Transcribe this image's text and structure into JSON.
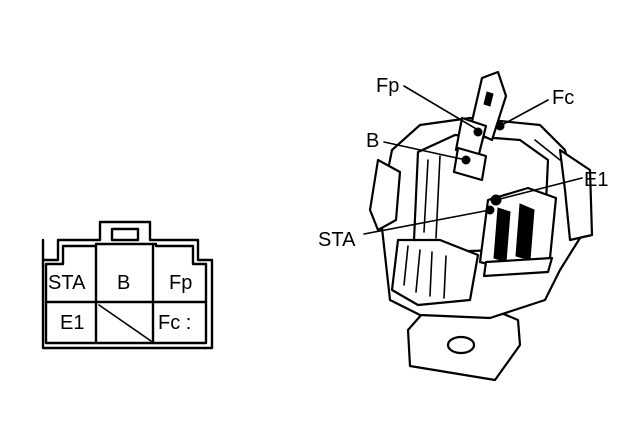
{
  "connector_face": {
    "cells": {
      "sta": "STA",
      "b": "B",
      "fp": "Fp",
      "e1": "E1",
      "fc": "Fc :"
    }
  },
  "relay_callouts": {
    "fp": "Fp",
    "fc": "Fc",
    "b": "B",
    "e1": "E1",
    "sta": "STA"
  }
}
